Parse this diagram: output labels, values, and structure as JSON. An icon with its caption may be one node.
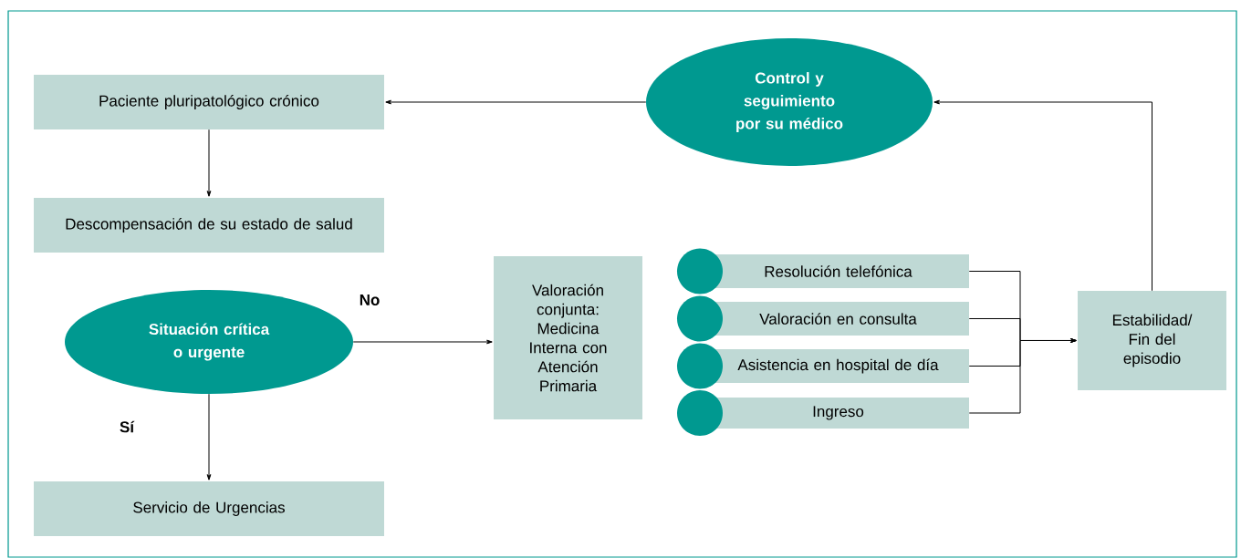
{
  "diagram": {
    "nodes": [
      {
        "text": [
          "Paciente pluripatológico crónico"
        ]
      },
      {
        "text": [
          "Descompensación de su estado de salud"
        ]
      },
      {
        "text": [
          "Situación crítica o urgente"
        ]
      },
      {
        "text": [
          "Servicio de Urgencias"
        ]
      },
      {
        "text": [
          "Valoración conjunta: Medicina Interna con Atención Primaria"
        ]
      },
      {
        "text": [
          "Control y seguimiento por su médico"
        ]
      },
      {
        "text": [
          "Resolución telefónica"
        ]
      },
      {
        "text": [
          "Valoración en consulta"
        ]
      },
      {
        "text": [
          "Asistencia en hospital de día"
        ]
      },
      {
        "text": [
          "Ingreso"
        ]
      },
      {
        "text": [
          "Estabilidad/ Fin del episodio"
        ]
      }
    ],
    "edges": [
      {
        "from": 0,
        "to": 1,
        "arrow": "to"
      },
      {
        "from": 2,
        "to": 4,
        "arrow": "to",
        "label": "No"
      },
      {
        "from": 2,
        "to": 3,
        "arrow": "to",
        "label": "Sí"
      },
      {
        "from": 6,
        "to": 10,
        "arrow": "to"
      },
      {
        "from": 7,
        "to": 10,
        "arrow": "to"
      },
      {
        "from": 8,
        "to": 10,
        "arrow": "to"
      },
      {
        "from": 9,
        "to": 10,
        "arrow": "to"
      },
      {
        "from": 10,
        "to": 5,
        "arrow": "to"
      },
      {
        "from": 5,
        "to": 0,
        "arrow": "to"
      }
    ]
  }
}
